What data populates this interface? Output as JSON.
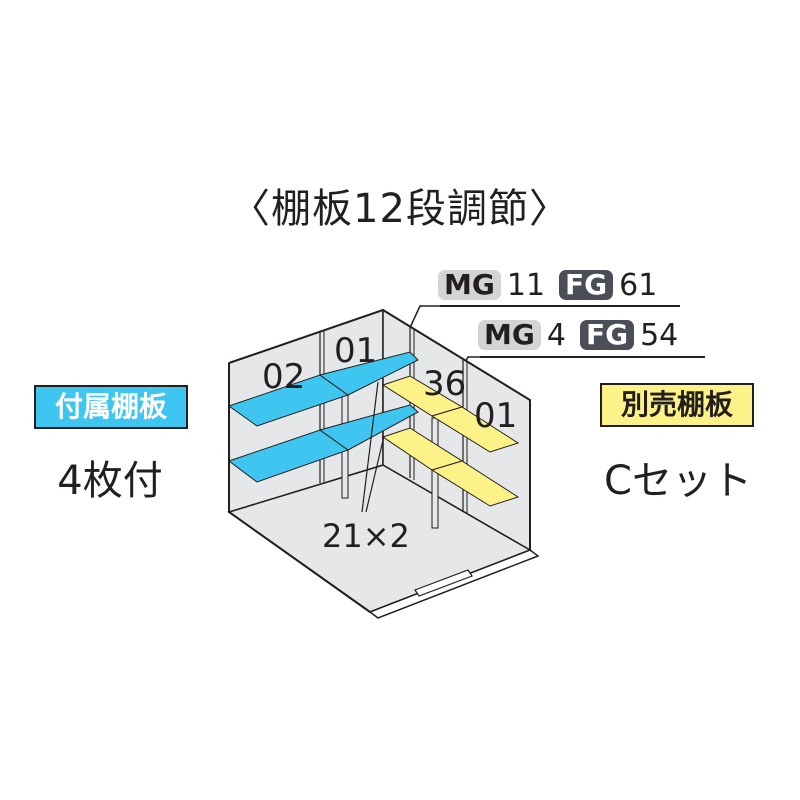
{
  "title": "〈棚板12段調節〉",
  "legend": {
    "row1": {
      "mg_label": "MG",
      "mg_value": "11",
      "fg_label": "FG",
      "fg_value": "61"
    },
    "row2": {
      "mg_label": "MG",
      "mg_value": "4",
      "fg_label": "FG",
      "fg_value": "54"
    }
  },
  "left_panel": {
    "badge": "付属棚板",
    "count": "4枚付",
    "color": "#3ec6f0"
  },
  "right_panel": {
    "badge": "別売棚板",
    "count": "Cセット",
    "color": "#fdf288"
  },
  "diagram": {
    "labels": {
      "back_left": "02",
      "back_right": "01",
      "side_front": "36",
      "side_back": "01",
      "posts": "21×2"
    },
    "colors": {
      "wall": "#e6e7e8",
      "outline": "#231f20",
      "included_shelf": "#3ec6f0",
      "optional_shelf": "#fdf288"
    }
  }
}
